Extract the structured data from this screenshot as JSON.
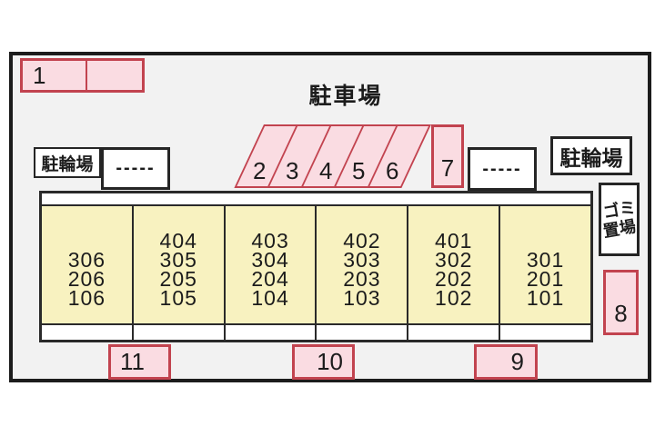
{
  "title": "駐車場",
  "colors": {
    "space_fill": "#fadce2",
    "space_border": "#c2434f",
    "building_fill": "#f8f2c0",
    "outline": "#1c1c1c",
    "canvas_bg": "#f2f2f2"
  },
  "bike_parking_left": {
    "label": "駐輪場"
  },
  "bike_parking_right": {
    "label": "駐輪場"
  },
  "dash_left": {
    "label": "-----"
  },
  "dash_right": {
    "label": "-----"
  },
  "garbage": {
    "line1": "ゴミ",
    "line2": "置場"
  },
  "spaces": {
    "space1": {
      "label": "1"
    },
    "slanted": [
      {
        "label": "2"
      },
      {
        "label": "3"
      },
      {
        "label": "4"
      },
      {
        "label": "5"
      },
      {
        "label": "6"
      }
    ],
    "space7": {
      "label": "7"
    },
    "space8": {
      "label": "8"
    },
    "space9": {
      "label": "9"
    },
    "space10": {
      "label": "10"
    },
    "space11": {
      "label": "11"
    }
  },
  "building": {
    "units": [
      {
        "rooms": [
          "306",
          "206",
          "106"
        ]
      },
      {
        "rooms": [
          "404",
          "305",
          "205",
          "105"
        ]
      },
      {
        "rooms": [
          "403",
          "304",
          "204",
          "104"
        ]
      },
      {
        "rooms": [
          "402",
          "303",
          "203",
          "103"
        ]
      },
      {
        "rooms": [
          "401",
          "302",
          "202",
          "102"
        ]
      },
      {
        "rooms": [
          "301",
          "201",
          "101"
        ]
      }
    ]
  }
}
